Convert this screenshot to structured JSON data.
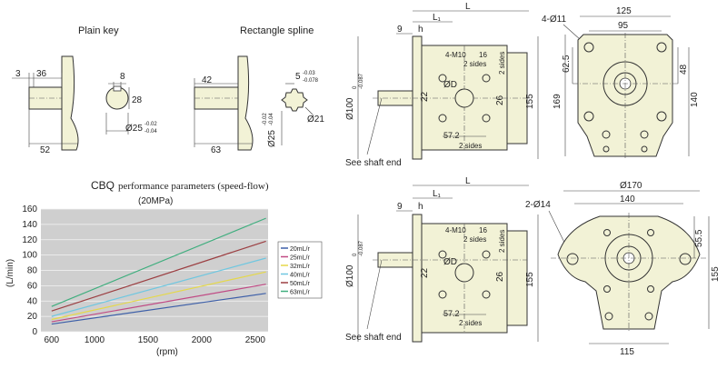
{
  "shaft_ends": {
    "plain_key": {
      "title": "Plain key",
      "dims": [
        "3",
        "36",
        "8",
        "28",
        "52"
      ],
      "dia": "Ø25",
      "dia_tol_up": "-0.02",
      "dia_tol_low": "-0.04"
    },
    "rect_spline": {
      "title": "Rectangle spline",
      "dims": [
        "42",
        "63"
      ],
      "key_w": "5",
      "key_tol_up": "-0.03",
      "key_tol_low": "-0.078",
      "dia": "Ø25",
      "dia_tol_up": "-0.02",
      "dia_tol_low": "-0.04",
      "inner_dia": "Ø21"
    }
  },
  "pump_side_top": {
    "L": "L",
    "L1": "L₁",
    "h": "h",
    "d9": "9",
    "pilot": "Ø100",
    "pilot_tol_up": "0",
    "pilot_tol_low": "-0.087",
    "d22": "22",
    "port": "ØD",
    "thread": "4-M10",
    "depth": "16",
    "sides1": "2 sides",
    "sides2": "2 sides",
    "d26": "26",
    "d57": "57.2",
    "sides3": "2 sides",
    "height": "155",
    "note": "See shaft end"
  },
  "pump_front_top": {
    "top": "125",
    "inner": "95",
    "holes": "4-Ø11",
    "v62": "62.5",
    "v48": "48",
    "v140": "140",
    "v169": "169"
  },
  "pump_side_bottom": {
    "L": "L",
    "L1": "L₁",
    "h": "h",
    "d9": "9",
    "pilot": "Ø100",
    "pilot_tol_up": "0",
    "pilot_tol_low": "-0.087",
    "d22": "22",
    "port": "ØD",
    "thread": "4-M10",
    "depth": "16",
    "sides1": "2 sides",
    "sides2": "2 sides",
    "d26": "26",
    "d57": "57.2",
    "sides3": "2 sides",
    "height": "155",
    "note": "See shaft end"
  },
  "pump_front_bottom": {
    "dia": "Ø170",
    "w140": "140",
    "holes": "2-Ø14",
    "v55": "55.5",
    "v155": "155",
    "w115": "115"
  },
  "chart_data": {
    "type": "line",
    "title": "CBQ performance parameters (speed-flow)",
    "title_model": "CBQ",
    "title_rest": "performance parameters (speed-flow)",
    "subtitle": "(20MPa)",
    "xlabel": "(rpm)",
    "ylabel": "(L/min)",
    "x_ticks": [
      600,
      1000,
      1500,
      2000,
      2500
    ],
    "y_ticks": [
      0,
      20,
      40,
      60,
      80,
      100,
      120,
      140,
      160
    ],
    "xlim": [
      500,
      2620
    ],
    "ylim": [
      0,
      160
    ],
    "grid": true,
    "legend_position": "right",
    "series": [
      {
        "name": "20mL/r",
        "color": "#3d5fa8",
        "x": [
          600,
          2600
        ],
        "y": [
          10,
          50
        ]
      },
      {
        "name": "25mL/r",
        "color": "#c04a84",
        "x": [
          600,
          2600
        ],
        "y": [
          13,
          62
        ]
      },
      {
        "name": "32mL/r",
        "color": "#e5d84a",
        "x": [
          600,
          2600
        ],
        "y": [
          16,
          78
        ]
      },
      {
        "name": "40mL/r",
        "color": "#6fc7e0",
        "x": [
          600,
          2600
        ],
        "y": [
          20,
          96
        ]
      },
      {
        "name": "50mL/r",
        "color": "#9c3f42",
        "x": [
          600,
          2600
        ],
        "y": [
          27,
          118
        ]
      },
      {
        "name": "63mL/r",
        "color": "#3fae7e",
        "x": [
          600,
          2600
        ],
        "y": [
          33,
          148
        ]
      }
    ]
  }
}
